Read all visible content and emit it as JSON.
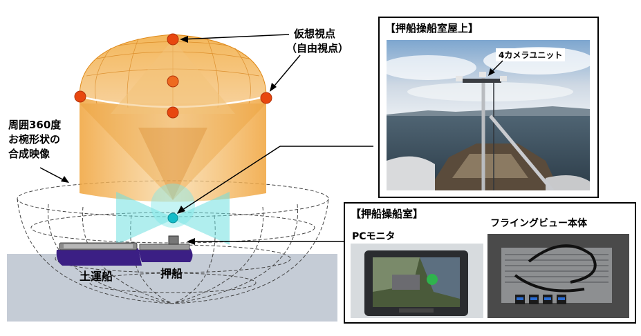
{
  "labels": {
    "virtual_viewpoint_line1": "仮想視点",
    "virtual_viewpoint_line2": "（自由視点）",
    "composite_line1": "周囲360度",
    "composite_line2": "お椀形状の",
    "composite_line3": "合成映像",
    "barge": "土運船",
    "pusher": "押船"
  },
  "panel_roof": {
    "title": "【押船操船室屋上】",
    "camera_unit": "4カメラユニット"
  },
  "panel_bridge": {
    "title": "【押船操船室】",
    "pc_monitor": "PCモニタ",
    "flying_view_unit": "フライングビュー本体"
  },
  "colors": {
    "dome_orange": "#f0a63c",
    "viewpoint_red": "#e8470f",
    "cyan_camera": "#48d6d6",
    "ground": "#c5ccd6",
    "hull_purple": "#3b1f84"
  }
}
